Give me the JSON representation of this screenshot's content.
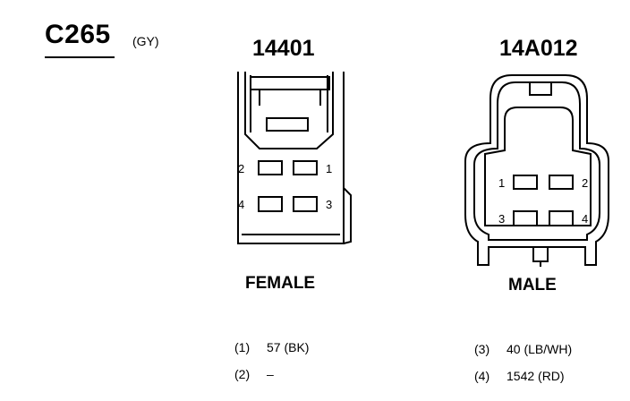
{
  "connector": {
    "id": "C265",
    "color": "(GY)"
  },
  "female": {
    "part_number": "14401",
    "label": "FEMALE",
    "pin_numbers": [
      "1",
      "2",
      "3",
      "4"
    ]
  },
  "male": {
    "part_number": "14A012",
    "label": "MALE",
    "pin_numbers": [
      "1",
      "2",
      "3",
      "4"
    ]
  },
  "pins": [
    {
      "cavity": "(1)",
      "circuit": "57 (BK)"
    },
    {
      "cavity": "(2)",
      "circuit": "–"
    },
    {
      "cavity": "(3)",
      "circuit": "40 (LB/WH)"
    },
    {
      "cavity": "(4)",
      "circuit": "1542 (RD)"
    }
  ]
}
